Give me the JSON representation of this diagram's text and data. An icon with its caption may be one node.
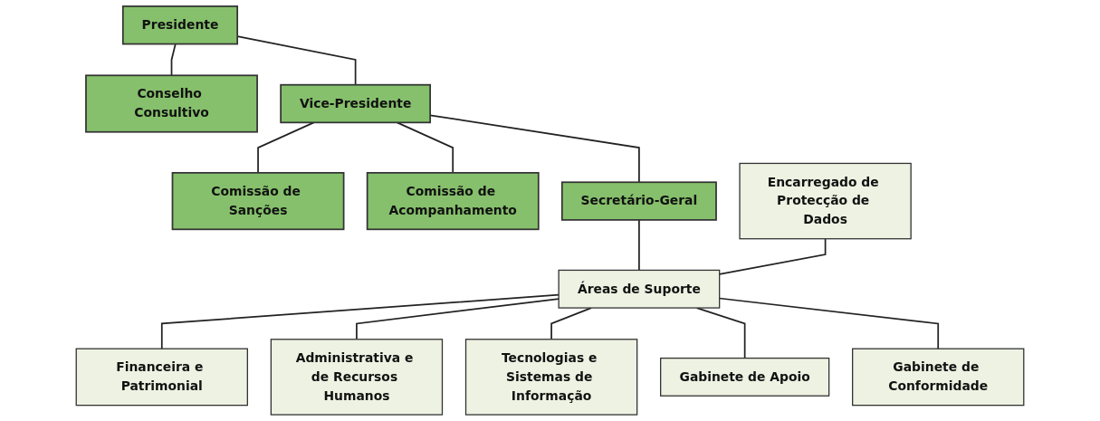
{
  "diagram": {
    "nodes": [
      {
        "text": [
          "Presidente"
        ]
      },
      {
        "text": [
          "Conselho Consultivo"
        ]
      },
      {
        "text": [
          "Vice-Presidente"
        ]
      },
      {
        "text": [
          "Comissão de Sanções"
        ]
      },
      {
        "text": [
          "Comissão de Acompanhamento"
        ]
      },
      {
        "text": [
          "Secretário-Geral"
        ]
      },
      {
        "text": [
          "Encarregado de Protecção de Dados"
        ]
      },
      {
        "text": [
          "Áreas de Suporte"
        ]
      },
      {
        "text": [
          "Financeira e Patrimonial"
        ]
      },
      {
        "text": [
          "Administrativa e de Recursos Humanos"
        ]
      },
      {
        "text": [
          "Tecnologias e Sistemas de Informação"
        ]
      },
      {
        "text": [
          "Gabinete de Apoio"
        ]
      },
      {
        "text": [
          "Gabinete de Conformidade"
        ]
      }
    ],
    "edges": [
      {
        "from": 0,
        "to": 1,
        "arrow": "none"
      },
      {
        "from": 0,
        "to": 2,
        "arrow": "none"
      },
      {
        "from": 2,
        "to": 3,
        "arrow": "none"
      },
      {
        "from": 2,
        "to": 4,
        "arrow": "none"
      },
      {
        "from": 2,
        "to": 5,
        "arrow": "none"
      },
      {
        "from": 5,
        "to": 7,
        "arrow": "none"
      },
      {
        "from": 6,
        "to": 7,
        "arrow": "none"
      },
      {
        "from": 7,
        "to": 8,
        "arrow": "none"
      },
      {
        "from": 7,
        "to": 9,
        "arrow": "none"
      },
      {
        "from": 7,
        "to": 10,
        "arrow": "none"
      },
      {
        "from": 7,
        "to": 11,
        "arrow": "none"
      },
      {
        "from": 7,
        "to": 12,
        "arrow": "none"
      }
    ]
  }
}
